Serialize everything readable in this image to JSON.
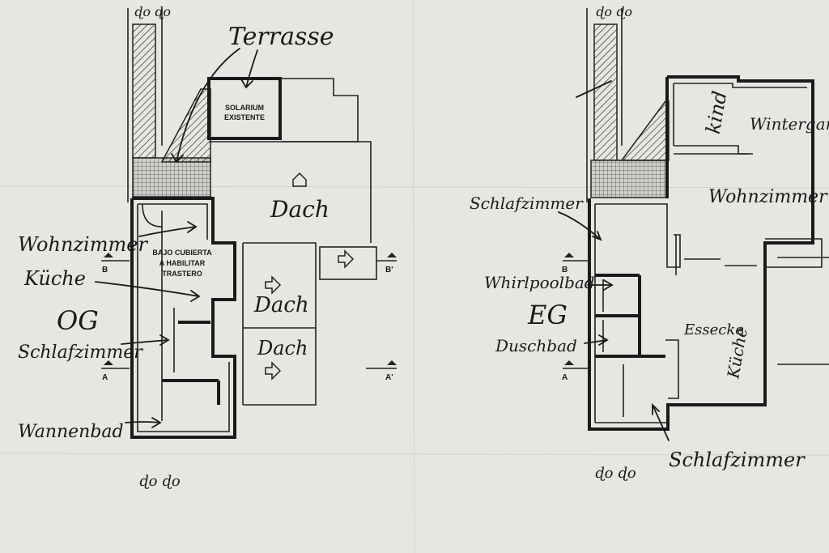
{
  "plan_left": {
    "floor_label": "OG",
    "printed_rooms": {
      "solarium": [
        "SOLARIUM",
        "EXISTENTE"
      ],
      "bajo_cubierta": [
        "BAJO CUBIERTA",
        "A HABILITAR",
        "TRASTERO"
      ]
    },
    "annotations": {
      "terrasse": "Terrasse",
      "dach_top": "Dach",
      "dach_mid": "Dach",
      "dach_low": "Dach",
      "wohnzimmer": "Wohnzimmer",
      "kueche": "Küche",
      "schlafzimmer": "Schlafzimmer",
      "wannenbad": "Wannenbad"
    },
    "section_marks": {
      "b": "B",
      "b_prime": "B'",
      "a": "A",
      "a_prime": "A'"
    }
  },
  "plan_right": {
    "floor_label": "EG",
    "annotations": {
      "kind": "kind",
      "wintergarten": "Wintergarten",
      "wohnzimmer": "Wohnzimmer",
      "schlafzimmer_top": "Schlafzimmer",
      "whirlpoolbad": "Whirlpoolbad",
      "duschbad": "Duschbad",
      "essecke": "Essecke",
      "kueche": "Küche",
      "schlafzimmer_bottom": "Schlafzimmer"
    },
    "section_marks": {
      "b": "B",
      "a": "A"
    }
  },
  "colors": {
    "paper": "#e6e6e2",
    "ink": "#1a1a1a"
  }
}
